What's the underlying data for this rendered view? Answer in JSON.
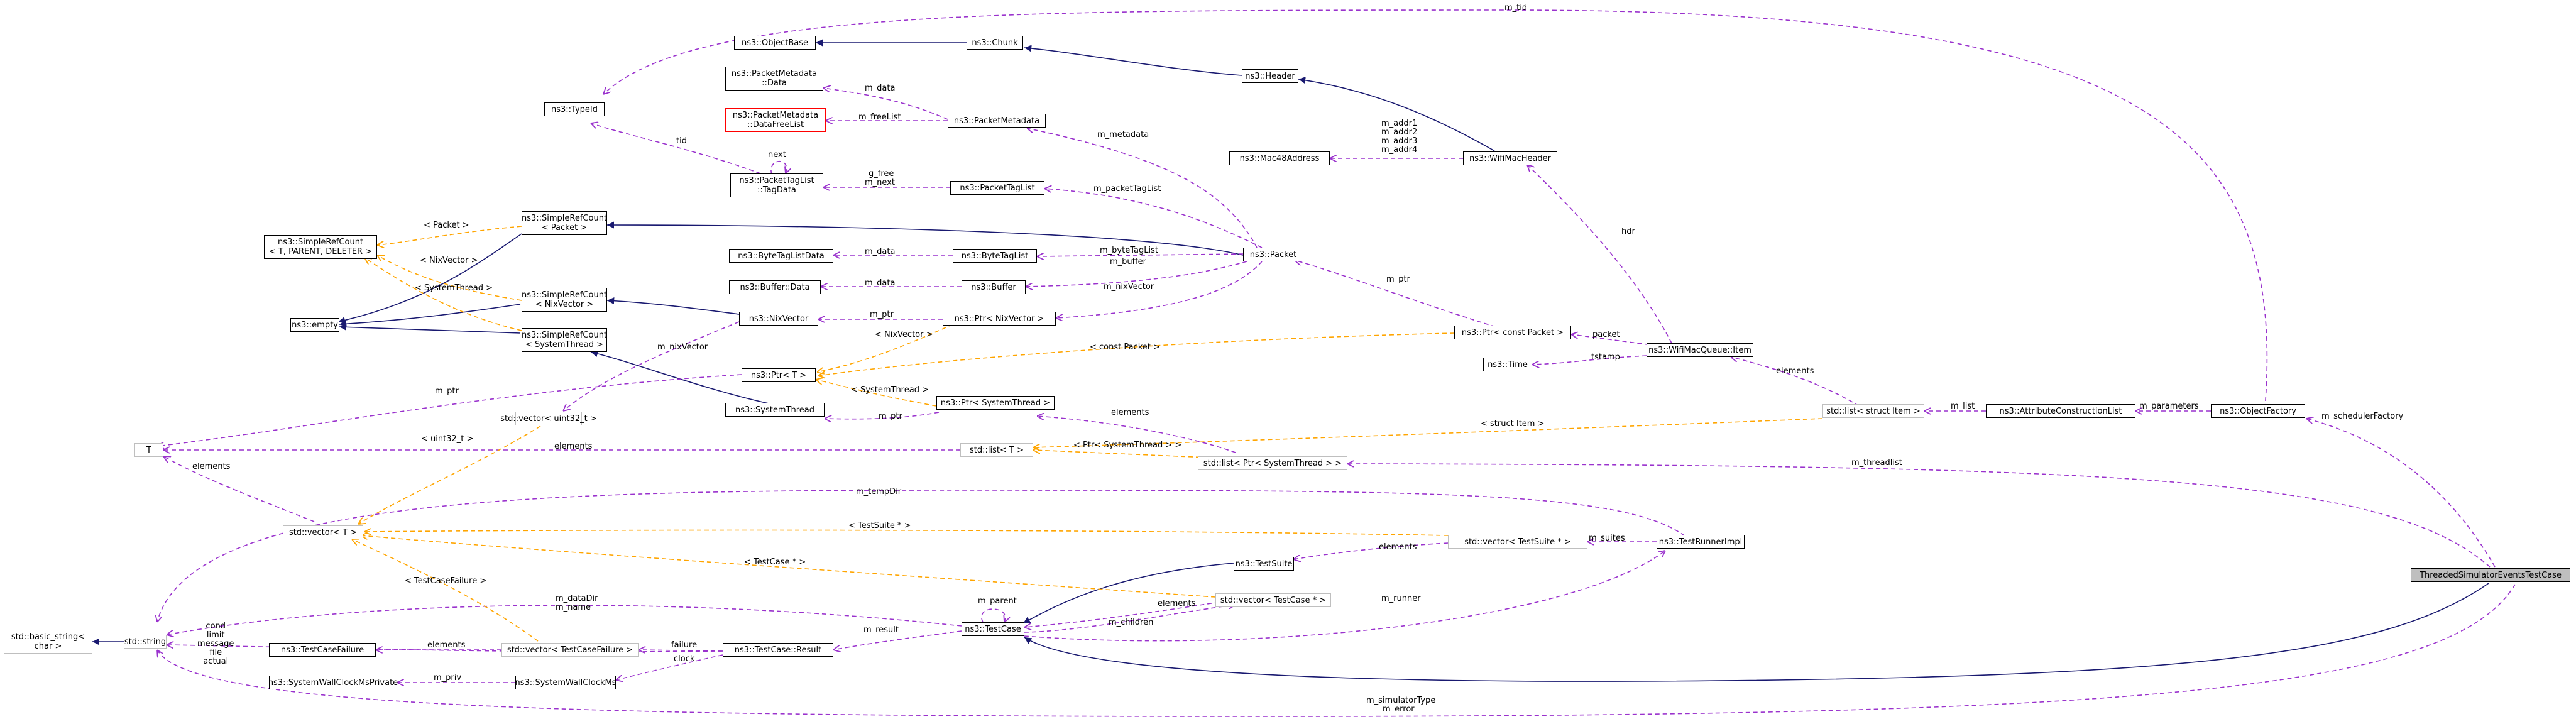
{
  "diagram_title": "ThreadedSimulatorEventsTestCase",
  "colors": {
    "inheritance": "#191970",
    "usage": "#9a32cd",
    "template": "#ffa500",
    "highlight_fill": "#bfbfbf"
  },
  "nodes": {
    "objectbase": "ns3::ObjectBase",
    "chunk": "ns3::Chunk",
    "header": "ns3::Header",
    "wifimacheader": "ns3::WifiMacHeader",
    "mac48": "ns3::Mac48Address",
    "pm_data": [
      "ns3::PacketMetadata",
      "::Data"
    ],
    "pm_freelist": [
      "ns3::PacketMetadata",
      "::DataFreeList"
    ],
    "packetmetadata": "ns3::PacketMetadata",
    "typeid": "ns3::TypeId",
    "pt_tagdata": [
      "ns3::PacketTagList",
      "::TagData"
    ],
    "packettaglist": "ns3::PacketTagList",
    "src_tpd": [
      "ns3::SimpleRefCount",
      "< T, PARENT, DELETER >"
    ],
    "src_packet": [
      "ns3::SimpleRefCount",
      "< Packet >"
    ],
    "src_nixvector": [
      "ns3::SimpleRefCount",
      "< NixVector >"
    ],
    "src_systemthread": [
      "ns3::SimpleRefCount",
      "< SystemThread >"
    ],
    "empty": "ns3::empty",
    "btl_data": "ns3::ByteTagListData",
    "bytetaglist": "ns3::ByteTagList",
    "buffer_data": "ns3::Buffer::Data",
    "buffer": "ns3::Buffer",
    "nixvector": "ns3::NixVector",
    "ptr_nixvector": "ns3::Ptr< NixVector >",
    "packet": "ns3::Packet",
    "ptr_const_packet": "ns3::Ptr< const Packet >",
    "wifimacqueue_item": "ns3::WifiMacQueue::Item",
    "time": "ns3::Time",
    "ptr_t": "ns3::Ptr< T >",
    "systemthread": "ns3::SystemThread",
    "ptr_systemthread": "ns3::Ptr< SystemThread >",
    "vector_uint32": "std::vector< uint32_t >",
    "t": "T",
    "list_t": "std::list< T >",
    "list_ptr_systemthread": "std::list< Ptr< SystemThread > >",
    "list_struct_item": "std::list< struct Item >",
    "attr_construction_list": "ns3::AttributeConstructionList",
    "objectfactory": "ns3::ObjectFactory",
    "vector_t": "std::vector< T >",
    "vector_testsuite": "std::vector< TestSuite * >",
    "testrunnerimpl": "ns3::TestRunnerImpl",
    "testsuite": "ns3::TestSuite",
    "vector_testcase": "std::vector< TestCase * >",
    "threaded_tc": "ThreadedSimulatorEventsTestCase",
    "basic_string": [
      "std::basic_string<",
      "char >"
    ],
    "std_string": "std::string",
    "testcasefailure": "ns3::TestCaseFailure",
    "vector_testcasefailure": "std::vector< TestCaseFailure >",
    "testcase_result": "ns3::TestCase::Result",
    "testcase": "ns3::TestCase",
    "systemwallclockms_private": "ns3::SystemWallClockMsPrivate",
    "systemwallclockms": "ns3::SystemWallClockMs"
  },
  "edge_labels": {
    "m_tid": "m_tid",
    "tid": "tid",
    "m_data_1": "m_data",
    "m_freelist": "m_freeList",
    "m_metadata": "m_metadata",
    "next": "next",
    "g_free": "g_free",
    "m_next": "m_next",
    "m_packettaglist": "m_packetTagList",
    "m_addrs": [
      "m_addr1",
      "m_addr2",
      "m_addr3",
      "m_addr4"
    ],
    "hdr": "hdr",
    "tpl_packet": "< Packet >",
    "tpl_nixvector_src": "< NixVector >",
    "tpl_systemthread_src": "< SystemThread >",
    "m_data_2": "m_data",
    "m_bytetaglist": "m_byteTagList",
    "m_buffer": "m_buffer",
    "m_data_3": "m_data",
    "m_nixvector_pkt": "m_nixVector",
    "m_ptr_1": "m_ptr",
    "m_ptr_2": "m_ptr",
    "tpl_nixvector_ptr": "< NixVector >",
    "m_nixvector_vec": "m_nixVector",
    "tpl_const_packet": "< const Packet >",
    "packet": "packet",
    "tstamp": "tstamp",
    "elements_item": "elements",
    "m_ptr_3": "m_ptr",
    "tpl_systemthread_ptr": "< SystemThread >",
    "m_ptr_4": "m_ptr",
    "elements_st": "elements",
    "tpl_uint32": "< uint32_t >",
    "elements_list": "elements",
    "tpl_ptr_systemthread": "< Ptr< SystemThread > >",
    "tpl_struct_item": "< struct Item >",
    "m_list": "m_list",
    "m_parameters": "m_parameters",
    "m_schedulerfactory": "m_schedulerFactory",
    "m_threadlist": "m_threadlist",
    "elements_vec": "elements",
    "m_tempdir": "m_tempDir",
    "tpl_testsuite": "< TestSuite * >",
    "elements_suites": "elements",
    "m_suites": "m_suites",
    "tpl_testcase": "< TestCase * >",
    "m_parent": "m_parent",
    "elements_tc": "elements",
    "m_children": "m_children",
    "m_runner": "m_runner",
    "tpl_testcasefailure": "< TestCaseFailure >",
    "m_datadir": "m_dataDir",
    "m_name": "m_name",
    "result_fields": [
      "cond",
      "limit",
      "message",
      "file",
      "actual"
    ],
    "elements_fail": "elements",
    "failure": "failure",
    "clock": "clock",
    "m_result": "m_result",
    "m_priv": "m_priv",
    "m_simulatortype": "m_simulatorType",
    "m_error": "m_error"
  }
}
